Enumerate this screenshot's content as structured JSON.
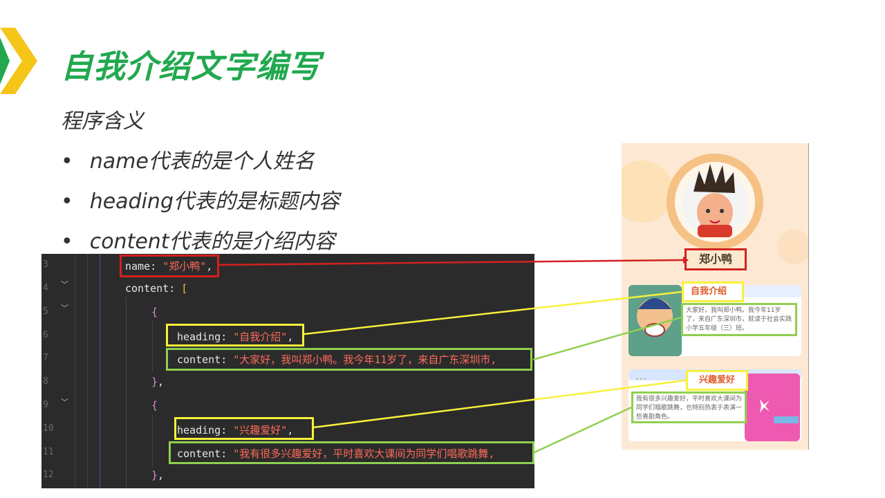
{
  "slide": {
    "title": "自我介绍文字编写",
    "subtitle": "程序含义",
    "bullets": [
      "name代表的是个人姓名",
      "heading代表的是标题内容",
      "content代表的是介绍内容"
    ]
  },
  "code": {
    "line_numbers": [
      "3",
      "4",
      "5",
      "6",
      "7",
      "8",
      "9",
      "10",
      "11",
      "12"
    ],
    "name_key": "name",
    "name_value": "\"郑小鸭\"",
    "content_key": "content",
    "heading_key": "heading",
    "heading1_value": "\"自我介绍\"",
    "content1_value": "\"大家好，我叫郑小鸭。我今年11岁了，来自广东深圳市,",
    "heading2_value": "\"兴趣爱好\"",
    "content2_value": "\"我有很多兴趣爱好，平时喜欢大课间为同学们唱歌跳舞,",
    "colon": ": ",
    "comma": ",",
    "open_bracket": "[",
    "open_brace": "{",
    "close_brace": "}"
  },
  "preview": {
    "name": "郑小鸭",
    "card1_title": "自我介绍",
    "card1_text": "大家好，我叫郑小鸭。我今年11岁了，来自广东深圳市，就读于社会实践小学五年级（三）班。",
    "card2_title": "兴趣爱好",
    "card2_text": "我有很多兴趣爱好，平时喜欢大课间为同学们唱歌跳舞，也特别热衷于表演一些喜剧角色。",
    "more_glyph": "•••"
  },
  "colors": {
    "title_green": "#22a84f",
    "red_box": "#d42020",
    "yellow_box": "#f7f13a",
    "green_box": "#8fcf4f",
    "editor_bg": "#2b2b2b"
  }
}
